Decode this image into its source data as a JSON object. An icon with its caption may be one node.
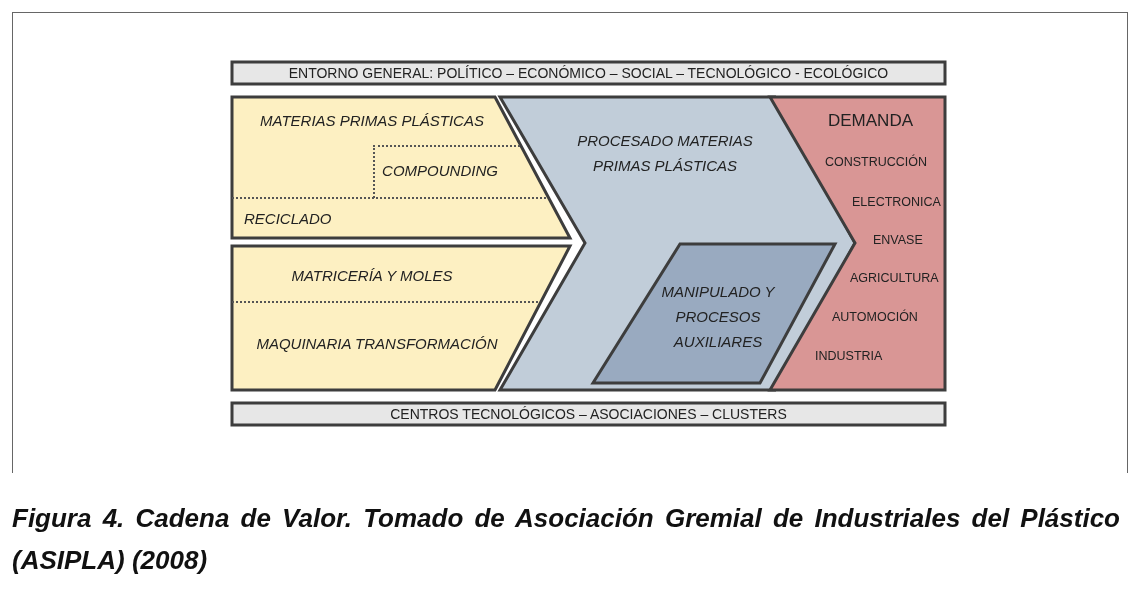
{
  "diagram": {
    "caption": "Figura 4.  Cadena de Valor. Tomado de Asociación Gremial de Industriales del Plástico (ASIPLA) (2008)",
    "nodes": [
      {
        "text": [
          "ENTORNO GENERAL: POLÍTICO – ECONÓMICO – SOCIAL – TECNOLÓGICO - ECOLÓGICO"
        ]
      },
      {
        "text": [
          "MATERIAS PRIMAS PLÁSTICAS",
          "RECICLADO"
        ]
      },
      {
        "text": [
          "COMPOUNDING"
        ],
        "in": 1
      },
      {
        "text": [
          "MATRICERÍA Y MOLES",
          "MAQUINARIA TRANSFORMACIÓN"
        ]
      },
      {
        "text": [
          "PROCESADO MATERIAS PRIMAS PLÁSTICAS"
        ]
      },
      {
        "text": [
          "MANIPULADO Y PROCESOS AUXILIARES"
        ],
        "in": 4
      },
      {
        "text": [
          "DEMANDA",
          "CONSTRUCCIÓN",
          "ELECTRONICA",
          "ENVASE",
          "AGRICULTURA",
          "AUTOMOCIÓN",
          "INDUSTRIA"
        ]
      },
      {
        "text": [
          "CENTROS TECNOLÓGICOS – ASOCIACIONES – CLUSTERS"
        ]
      }
    ]
  }
}
